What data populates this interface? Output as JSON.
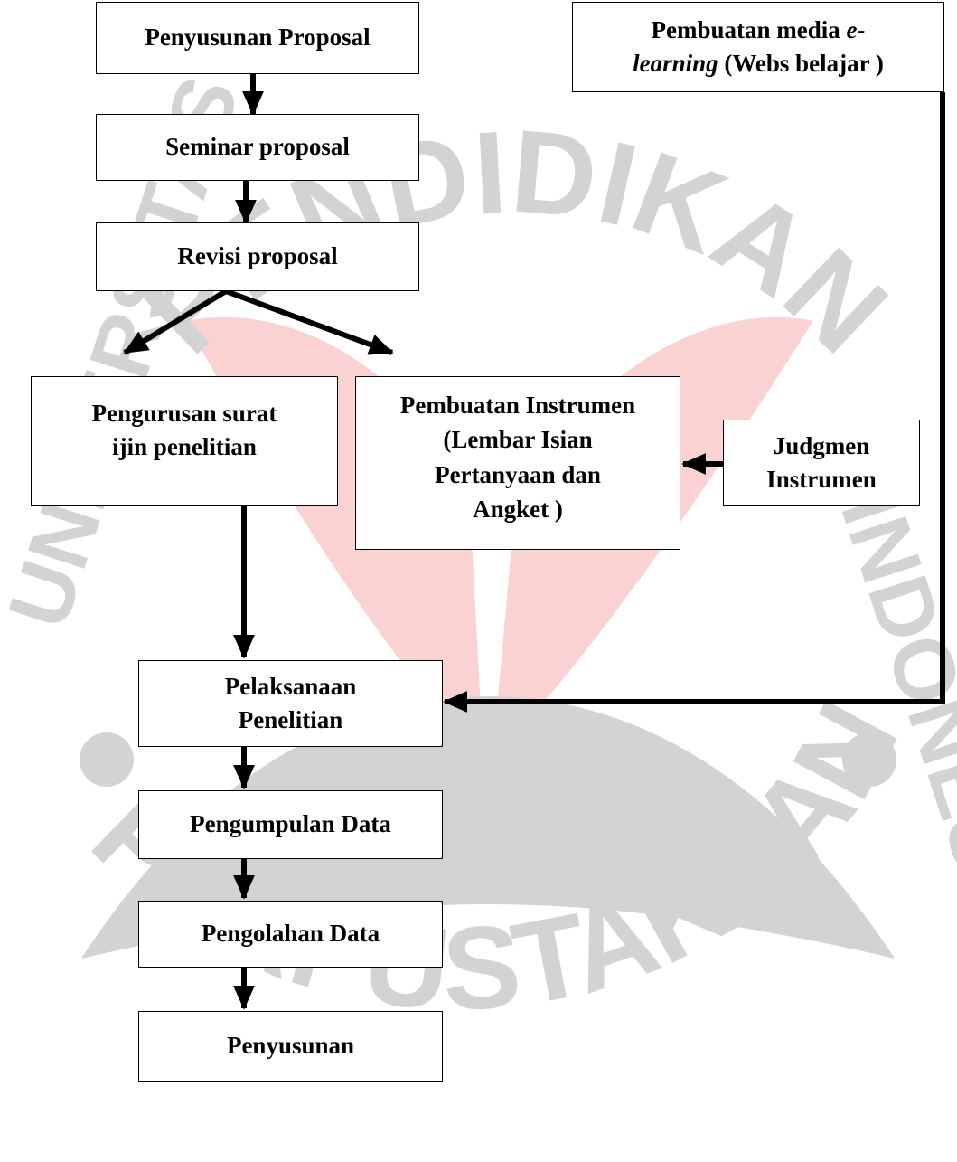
{
  "diagram": {
    "nodes": {
      "penyusunan_proposal": [
        "Penyusunan Proposal"
      ],
      "seminar_proposal": [
        "Seminar proposal"
      ],
      "revisi_proposal": [
        "Revisi proposal"
      ],
      "pengurusan_surat": [
        "Pengurusan surat",
        "ijin penelitian"
      ],
      "pembuatan_instrumen": [
        "Pembuatan Instrumen",
        "(Lembar Isian",
        "Pertanyaan dan",
        "Angket )"
      ],
      "judgmen_instrumen": [
        "Judgmen",
        "Instrumen"
      ],
      "pembuatan_media": {
        "line1_prefix": "Pembuatan media ",
        "line1_italic": "e-",
        "line2_italic": "learning",
        "line2_suffix": " (Webs belajar )"
      },
      "pelaksanaan_penelitian": [
        "Pelaksanaan",
        "Penelitian"
      ],
      "pengumpulan_data": [
        "Pengumpulan Data"
      ],
      "pengolahan_data": [
        "Pengolahan Data"
      ],
      "penyusunan": [
        "Penyusunan"
      ]
    },
    "edges": [
      {
        "from": "penyusunan_proposal",
        "to": "seminar_proposal"
      },
      {
        "from": "seminar_proposal",
        "to": "revisi_proposal"
      },
      {
        "from": "revisi_proposal",
        "to": "pengurusan_surat"
      },
      {
        "from": "revisi_proposal",
        "to": "pembuatan_instrumen"
      },
      {
        "from": "judgmen_instrumen",
        "to": "pembuatan_instrumen"
      },
      {
        "from": "pengurusan_surat",
        "to": "pelaksanaan_penelitian"
      },
      {
        "from": "pembuatan_media",
        "to": "pelaksanaan_penelitian"
      },
      {
        "from": "pelaksanaan_penelitian",
        "to": "pengumpulan_data"
      },
      {
        "from": "pengumpulan_data",
        "to": "pengolahan_data"
      },
      {
        "from": "pengolahan_data",
        "to": "penyusunan"
      }
    ]
  },
  "watermark": {
    "arc_top": "PENDIDIKAN",
    "arc_left": "UNIVERSITAS",
    "arc_right": "INDONESIA",
    "arc_bottom": "PERPUSTAKAAN",
    "colors": {
      "grey": "#d3d3d3",
      "red": "#fbd2d2",
      "yellow": "#fff6c8"
    }
  }
}
